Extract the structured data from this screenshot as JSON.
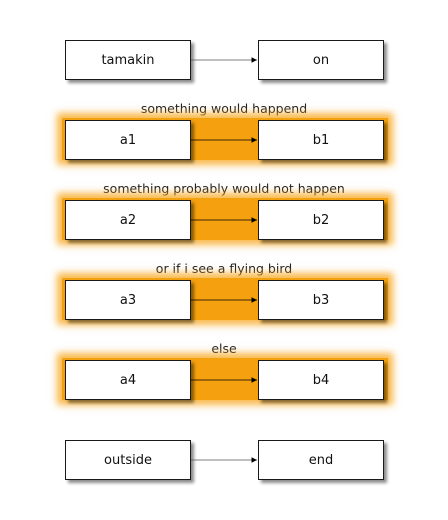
{
  "rows": [
    {
      "from": "tamakin",
      "to": "on",
      "group": null
    },
    {
      "from": "a1",
      "to": "b1",
      "group": "something would happend"
    },
    {
      "from": "a2",
      "to": "b2",
      "group": "something probably would not happen"
    },
    {
      "from": "a3",
      "to": "b3",
      "group": "or if i see a flying bird"
    },
    {
      "from": "a4",
      "to": "b4",
      "group": "else"
    },
    {
      "from": "outside",
      "to": "end",
      "group": null
    }
  ],
  "colors": {
    "group_fill": "#f5a00e",
    "node_border": "#1a1a1a",
    "edge": "#000000"
  }
}
